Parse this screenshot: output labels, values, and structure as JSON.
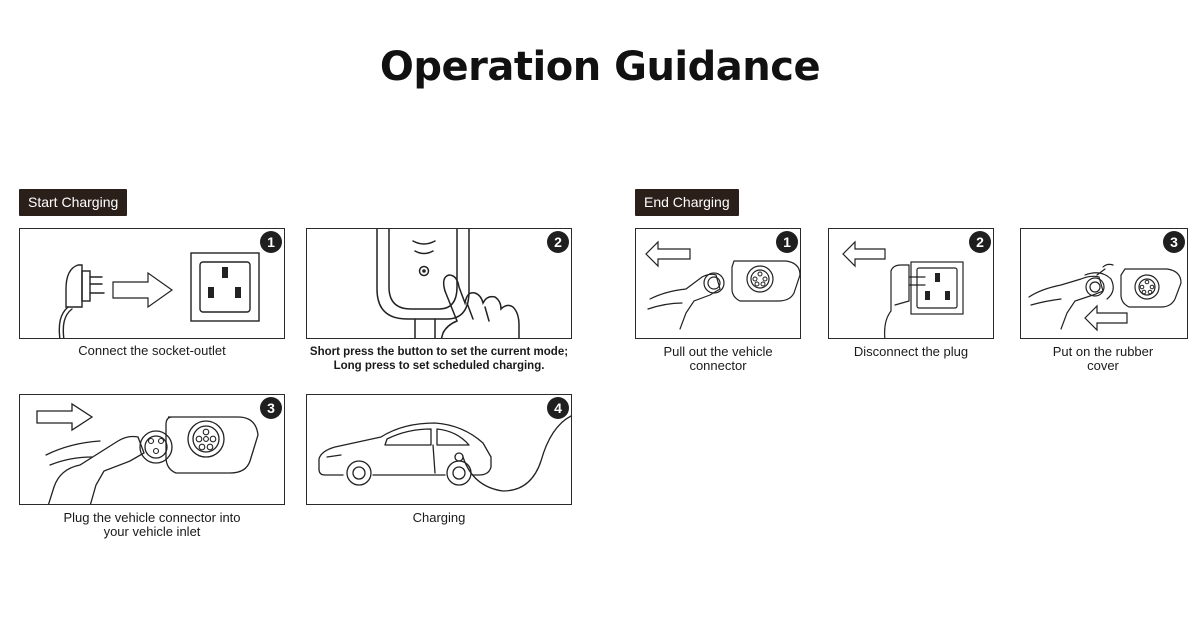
{
  "title": "Operation Guidance",
  "start": {
    "label": "Start Charging",
    "steps": [
      {
        "num": "1",
        "caption": [
          "Connect the socket-outlet"
        ]
      },
      {
        "num": "2",
        "caption": [
          "Short press the button to set the current mode;",
          "Long press to set scheduled charging."
        ]
      },
      {
        "num": "3",
        "caption": [
          "Plug the vehicle connector into",
          "your vehicle inlet"
        ]
      },
      {
        "num": "4",
        "caption": [
          "Charging"
        ]
      }
    ]
  },
  "end": {
    "label": "End Charging",
    "steps": [
      {
        "num": "1",
        "caption": [
          "Pull out the vehicle",
          "connector"
        ]
      },
      {
        "num": "2",
        "caption": [
          "Disconnect the plug"
        ]
      },
      {
        "num": "3",
        "caption": [
          "Put on the rubber",
          "cover"
        ]
      }
    ]
  }
}
